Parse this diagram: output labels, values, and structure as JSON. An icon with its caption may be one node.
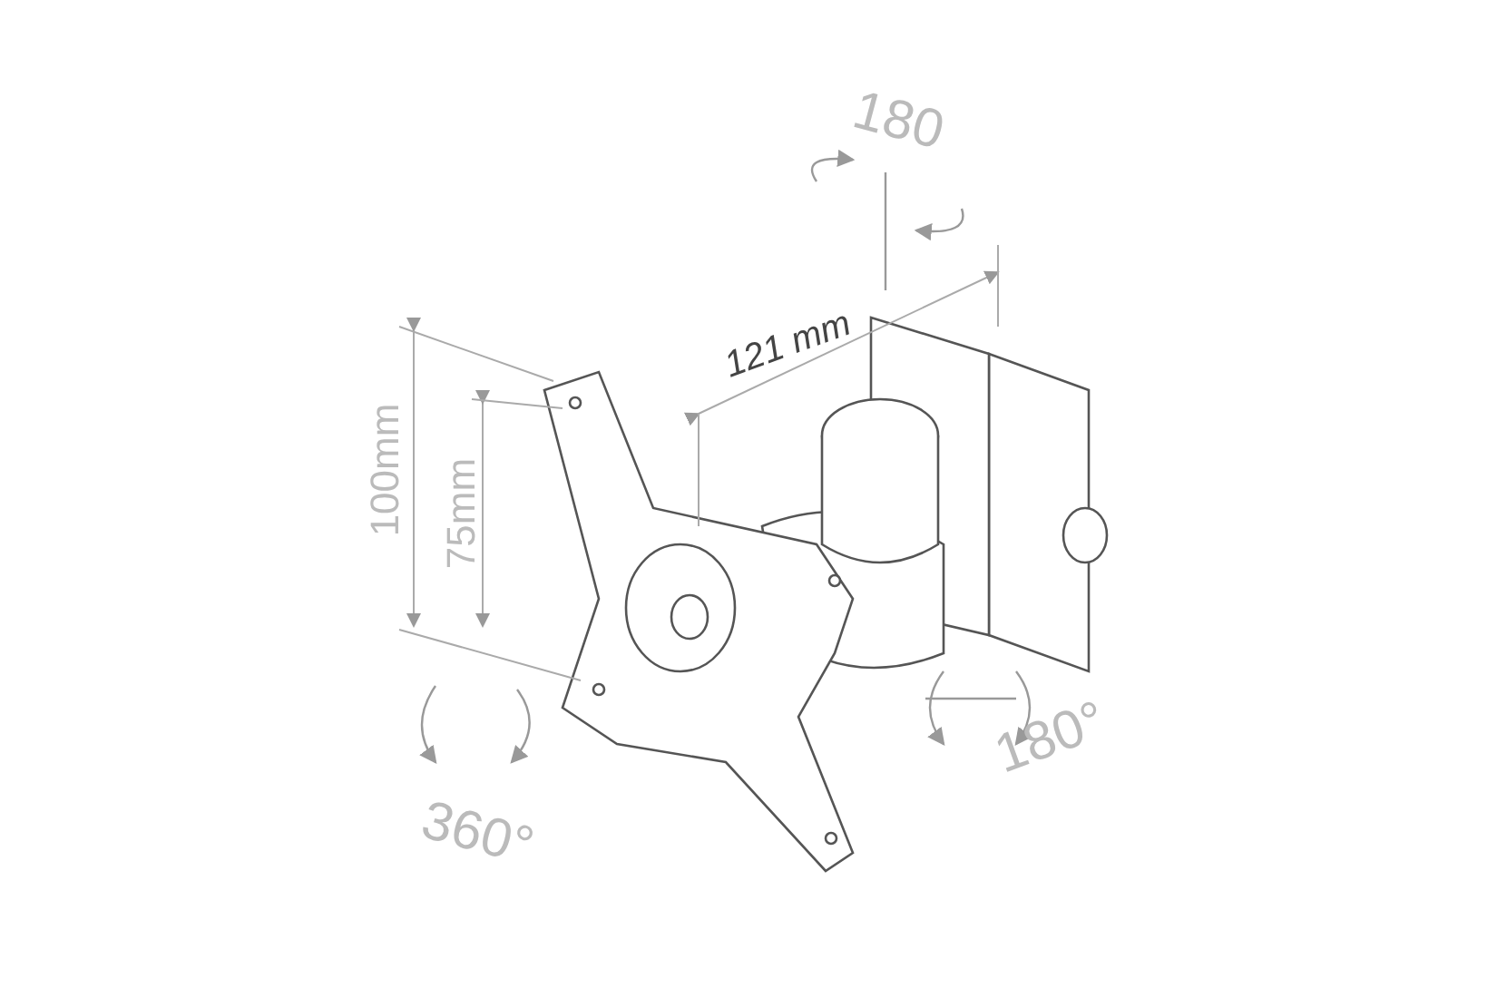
{
  "diagram": {
    "labels": [
      "180",
      "121 mm",
      "100mm",
      "75mm",
      "180°",
      "360°"
    ]
  }
}
